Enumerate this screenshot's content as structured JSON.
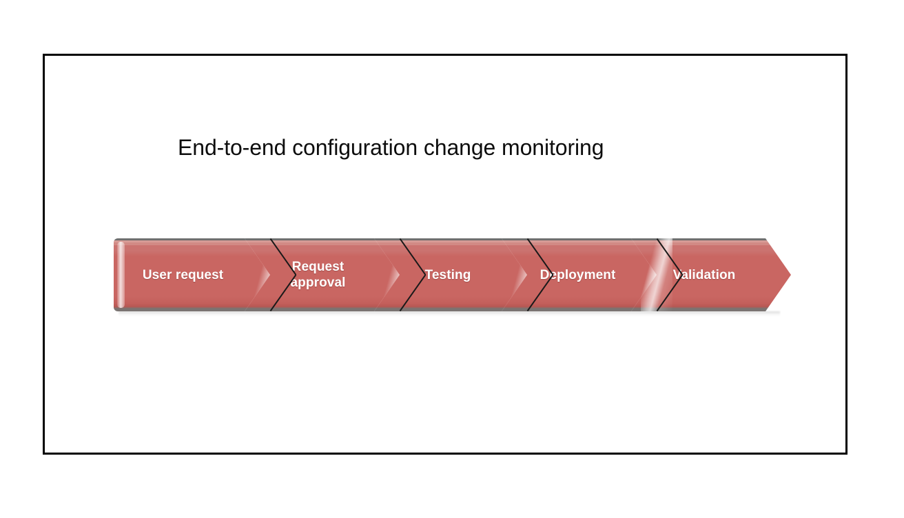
{
  "slide": {
    "title": "End-to-end configuration change monitoring",
    "frame_color": "#000000",
    "background_color": "#ffffff"
  },
  "process": {
    "name": "configuration-change-process",
    "shape": "chevron",
    "fill_color": "#c96662",
    "outline_color": "#7a7472",
    "label_color": "#ffffff",
    "stages": [
      {
        "label": "User request",
        "order": "1"
      },
      {
        "label": "Request\napproval",
        "order": "2"
      },
      {
        "label": "Testing",
        "order": "3"
      },
      {
        "label": "Deployment",
        "order": "4"
      },
      {
        "label": "Validation",
        "order": "5"
      }
    ]
  }
}
